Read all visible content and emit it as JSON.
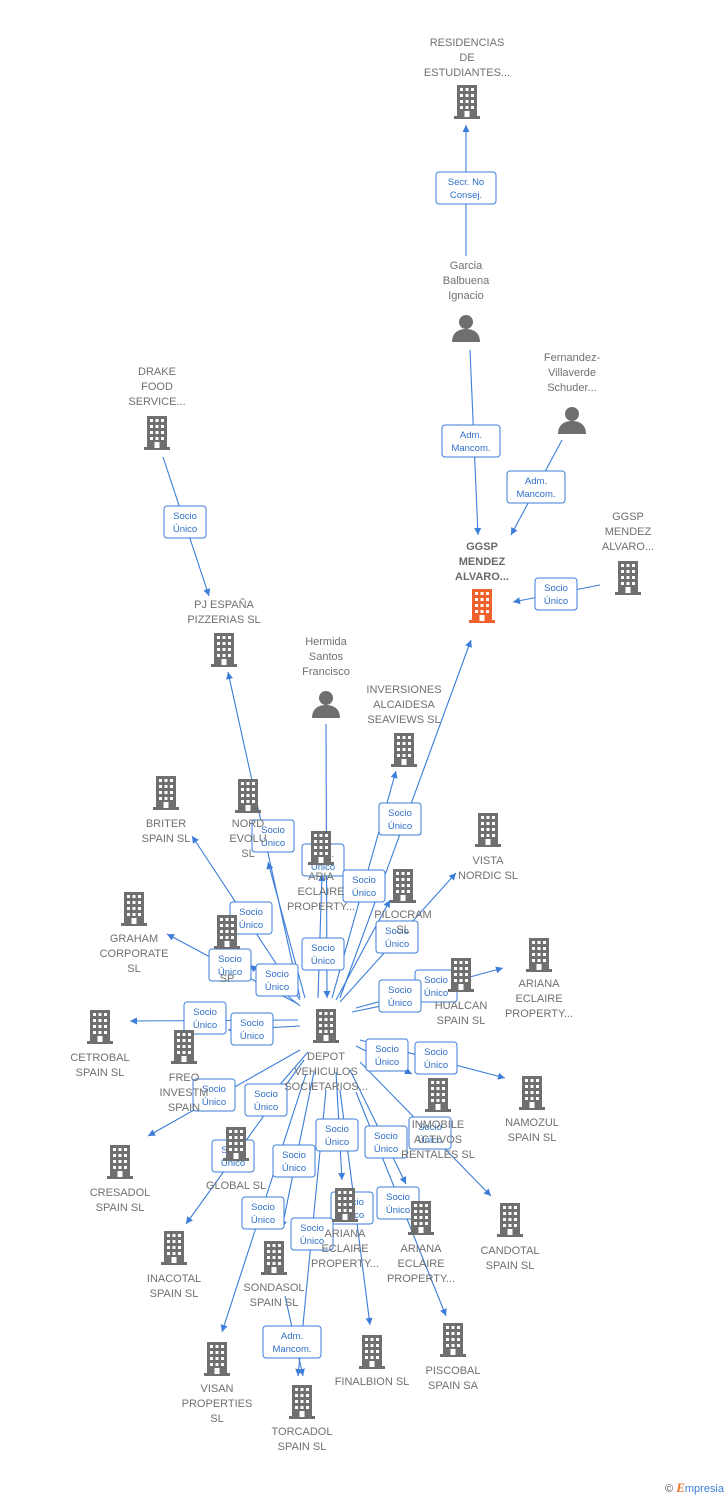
{
  "colors": {
    "edge": "#3b7dd8",
    "company": "#6f6f6f",
    "focus": "#f0602b",
    "person": "#6f6f6f"
  },
  "nodes": [
    {
      "id": "residencias",
      "type": "company",
      "lines": [
        "RESIDENCIAS",
        "DE",
        "ESTUDIANTES..."
      ]
    },
    {
      "id": "garcia",
      "type": "person",
      "lines": [
        "Garcia",
        "Balbuena",
        "Ignacio"
      ]
    },
    {
      "id": "fernandez",
      "type": "person",
      "lines": [
        "Fernandez-",
        "Villaverde",
        "Schuder..."
      ]
    },
    {
      "id": "ggsp_main",
      "type": "focus",
      "lines": [
        "GGSP",
        "MENDEZ",
        "ALVARO..."
      ]
    },
    {
      "id": "ggsp_right",
      "type": "company",
      "lines": [
        "GGSP",
        "MENDEZ",
        "ALVARO..."
      ]
    },
    {
      "id": "drake",
      "type": "company",
      "lines": [
        "DRAKE",
        "FOOD",
        "SERVICE..."
      ]
    },
    {
      "id": "pj",
      "type": "company",
      "lines": [
        "PJ ESPAÑA",
        "PIZZERIAS  SL"
      ]
    },
    {
      "id": "hermida",
      "type": "person",
      "lines": [
        "Hermida",
        "Santos",
        "Francisco"
      ]
    },
    {
      "id": "inversiones",
      "type": "company",
      "lines": [
        "INVERSIONES",
        "ALCAIDESA",
        "SEAVIEWS  SL"
      ]
    },
    {
      "id": "briter",
      "type": "company",
      "lines": [
        "BRITER",
        "SPAIN  SL"
      ]
    },
    {
      "id": "nordic_evol",
      "type": "company",
      "lines": [
        "NORD",
        "EVOLU",
        "SL"
      ]
    },
    {
      "id": "ariana1",
      "type": "company",
      "lines": [
        "ARIA",
        "ECLAIRE",
        "PROPERTY..."
      ]
    },
    {
      "id": "vista",
      "type": "company",
      "lines": [
        "VISTA",
        "NORDIC  SL"
      ]
    },
    {
      "id": "pilocram",
      "type": "company",
      "lines": [
        "PILOCRAM",
        "SL"
      ]
    },
    {
      "id": "graham",
      "type": "company",
      "lines": [
        "GRAHAM",
        "CORPORATE",
        "SL"
      ]
    },
    {
      "id": "sp_small",
      "type": "company",
      "lines": [
        "SP"
      ]
    },
    {
      "id": "ariana_r",
      "type": "company",
      "lines": [
        "ARIANA",
        "ECLAIRE",
        "PROPERTY..."
      ]
    },
    {
      "id": "hualcan",
      "type": "company",
      "lines": [
        "HUALCAN",
        "SPAIN  SL"
      ]
    },
    {
      "id": "cetrobal",
      "type": "company",
      "lines": [
        "CETROBAL",
        "SPAIN  SL"
      ]
    },
    {
      "id": "depot",
      "type": "company",
      "lines": [
        "DEPOT",
        "VEHICULOS",
        "SOCIETARIOS..."
      ]
    },
    {
      "id": "freo",
      "type": "company",
      "lines": [
        "FREO",
        "INVESTM",
        "SPAIN"
      ]
    },
    {
      "id": "namozul",
      "type": "company",
      "lines": [
        "NAMOZUL",
        "SPAIN  SL"
      ]
    },
    {
      "id": "inmobile",
      "type": "company",
      "lines": [
        "INMOBILE",
        "ACTIVOS",
        "RENTALES  SL"
      ]
    },
    {
      "id": "global",
      "type": "company",
      "lines": [
        "GLOBAL  SL"
      ]
    },
    {
      "id": "cresadol",
      "type": "company",
      "lines": [
        "CRESADOL",
        "SPAIN  SL"
      ]
    },
    {
      "id": "ariana_c",
      "type": "company",
      "lines": [
        "ARIANA",
        "ECLAIRE",
        "PROPERTY..."
      ]
    },
    {
      "id": "ariana_b",
      "type": "company",
      "lines": [
        "ARIANA",
        "ECLAIRE",
        "PROPERTY..."
      ]
    },
    {
      "id": "candotal",
      "type": "company",
      "lines": [
        "CANDOTAL",
        "SPAIN  SL"
      ]
    },
    {
      "id": "inacotal",
      "type": "company",
      "lines": [
        "INACOTAL",
        "SPAIN  SL"
      ]
    },
    {
      "id": "sondasol",
      "type": "company",
      "lines": [
        "SONDASOL",
        "SPAIN  SL"
      ]
    },
    {
      "id": "visan",
      "type": "company",
      "lines": [
        "VISAN",
        "PROPERTIES",
        "SL"
      ]
    },
    {
      "id": "finalbion",
      "type": "company",
      "lines": [
        "FINALBION  SL"
      ]
    },
    {
      "id": "piscobal",
      "type": "company",
      "lines": [
        "PISCOBAL",
        "SPAIN SA"
      ]
    },
    {
      "id": "torcadol",
      "type": "company",
      "lines": [
        "TORCADOL",
        "SPAIN  SL"
      ]
    }
  ],
  "badges": {
    "secr": [
      "Secr.  No",
      "Consej."
    ],
    "adm": [
      "Adm.",
      "Mancom."
    ],
    "socio": [
      "Socio",
      "Único"
    ],
    "admu": [
      "Adm.",
      "Unico"
    ]
  },
  "footer": {
    "copyright": "©",
    "brand_initial": "E",
    "brand_rest": "mpresia"
  }
}
